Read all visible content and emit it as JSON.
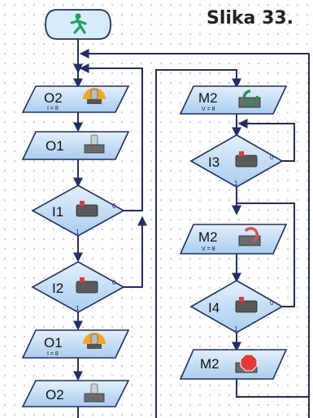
{
  "caption": "Slika 33.",
  "start": {
    "icon": "green-walking-man-icon"
  },
  "left_column": [
    {
      "type": "output",
      "label": "O2",
      "sub": "I = 8",
      "icon": "lamp-on-icon"
    },
    {
      "type": "output",
      "label": "O1",
      "sub": "",
      "icon": "lamp-off-icon"
    },
    {
      "type": "input",
      "label": "I1",
      "true_label": "1",
      "false_label": "0",
      "icon": "push-button-icon"
    },
    {
      "type": "input",
      "label": "I2",
      "true_label": "1",
      "false_label": "0",
      "icon": "push-button-icon"
    },
    {
      "type": "output",
      "label": "O1",
      "sub": "I = 8",
      "icon": "lamp-on-icon"
    },
    {
      "type": "output",
      "label": "O2",
      "sub": "",
      "icon": "lamp-off-icon"
    }
  ],
  "right_column": [
    {
      "type": "motor",
      "label": "M2",
      "sub": "V = 8",
      "icon": "motor-ccw-icon"
    },
    {
      "type": "input",
      "label": "I3",
      "true_label": "1",
      "false_label": "0",
      "icon": "push-button-icon"
    },
    {
      "type": "motor",
      "label": "M2",
      "sub": "V = 8",
      "icon": "motor-cw-icon"
    },
    {
      "type": "input",
      "label": "I4",
      "true_label": "1",
      "false_label": "0",
      "icon": "push-button-icon"
    },
    {
      "type": "motor",
      "label": "M2",
      "sub": "",
      "icon": "motor-stop-icon"
    }
  ],
  "colors": {
    "line": "#1f2f6b",
    "block_fill_top": "#e3f0fb",
    "block_fill_bottom": "#a9cdef",
    "start_fill": "#d7ecfb",
    "lamp_on": "#f5a623",
    "motor_ccw_arrow": "#2e8b57",
    "motor_cw_arrow": "#d9534f",
    "stop": "#e53935"
  }
}
